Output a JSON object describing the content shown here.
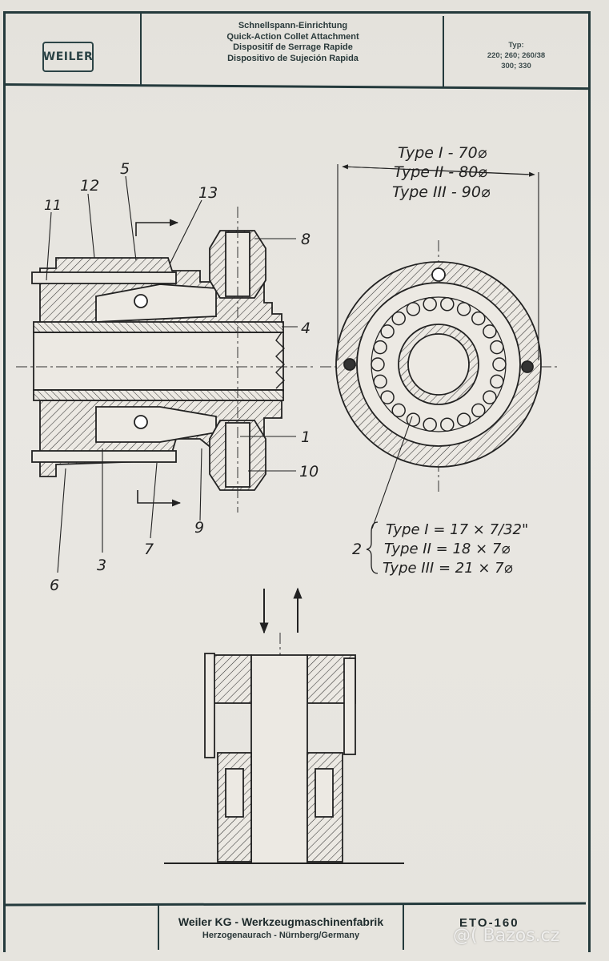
{
  "header": {
    "logo_text": "WEILER",
    "title_lines": [
      "Schnellspann-Einrichtung",
      "Quick-Action Collet Attachment",
      "Dispositif de Serrage Rapide",
      "Dispositivo de Sujeción Rapida"
    ],
    "typ_label": "Typ:",
    "typ_lines": [
      "220; 260; 260/38",
      "300; 330"
    ]
  },
  "drawing": {
    "part_labels": [
      "11",
      "12",
      "5",
      "13",
      "8",
      "4",
      "1",
      "10",
      "9",
      "7",
      "3",
      "6"
    ],
    "diameter_specs": [
      "Type I - 70⌀",
      "Type II - 80⌀",
      "Type III - 90⌀"
    ],
    "ball_label": "2",
    "ball_specs": [
      "Type I = 17 × 7/32\"",
      "Type II = 18 × 7⌀",
      "Type III = 21 × 7⌀"
    ]
  },
  "footer": {
    "company": "Weiler KG - Werkzeugmaschinenfabrik",
    "location": "Herzogenaurach - Nürnberg/Germany",
    "doc_code": "ETO-160"
  },
  "watermark": "@( Bazos.cz"
}
